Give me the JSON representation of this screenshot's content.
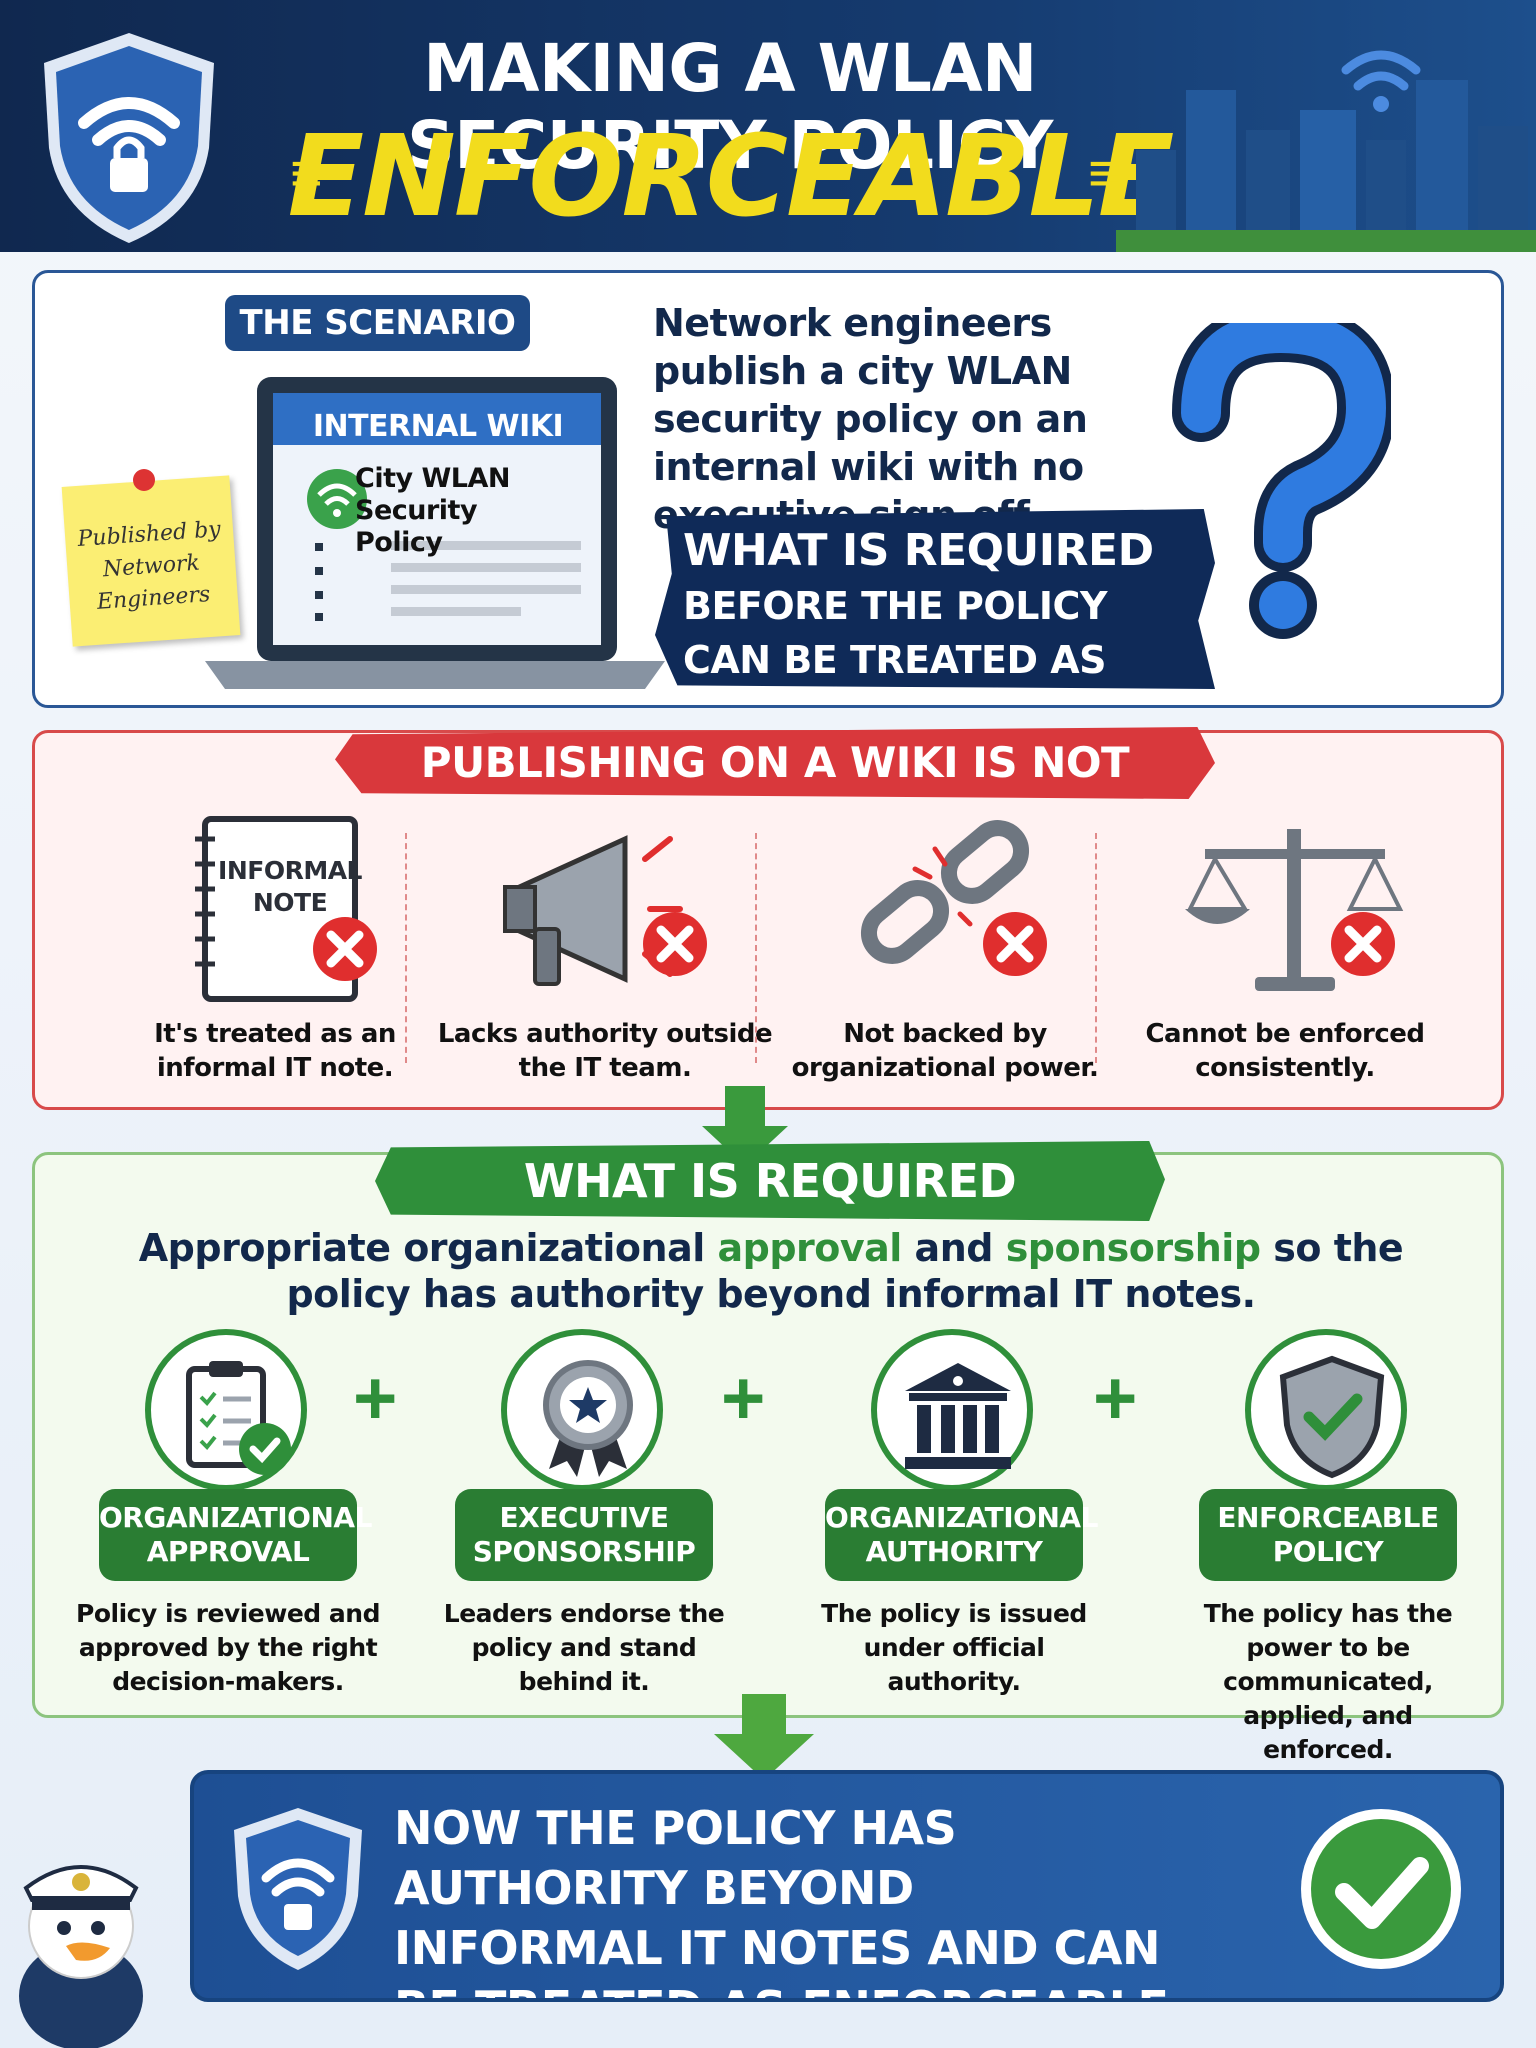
{
  "header": {
    "title_line1": "MAKING A WLAN SECURITY POLICY",
    "title_line2": "ENFORCEABLE"
  },
  "scenario": {
    "badge": "THE SCENARIO",
    "wiki_header": "INTERNAL WIKI",
    "wiki_doc_title": "City WLAN Security Policy",
    "sticky_note": "Published by Network Engineers",
    "description": "Network engineers publish a city WLAN security policy on an internal wiki with no executive sign-off.",
    "question_line1": "WHAT IS REQUIRED",
    "question_line2": "BEFORE THE POLICY CAN BE TREATED AS ENFORCEABLE?"
  },
  "not_enough": {
    "banner": "PUBLISHING ON A WIKI IS NOT ENOUGH",
    "note_label": "INFORMAL NOTE",
    "items": [
      {
        "caption": "It's treated as an informal IT note.",
        "icon": "notebook-icon"
      },
      {
        "caption": "Lacks authority outside the IT team.",
        "icon": "megaphone-icon"
      },
      {
        "caption": "Not backed by organizational power.",
        "icon": "broken-chain-icon"
      },
      {
        "caption": "Cannot be enforced consistently.",
        "icon": "scales-icon"
      }
    ]
  },
  "required": {
    "banner": "WHAT IS REQUIRED",
    "text_part1": "Appropriate organizational ",
    "text_hl1": "approval",
    "text_part2": " and ",
    "text_hl2": "sponsorship",
    "text_part3": " so the policy has authority beyond informal IT notes.",
    "items": [
      {
        "title": "ORGANIZATIONAL APPROVAL",
        "desc": "Policy is reviewed and approved by the right decision-makers.",
        "icon": "clipboard-check-icon"
      },
      {
        "title": "EXECUTIVE SPONSORSHIP",
        "desc": "Leaders endorse the policy and stand behind it.",
        "icon": "award-ribbon-icon"
      },
      {
        "title": "ORGANIZATIONAL AUTHORITY",
        "desc": "The policy is issued under official authority.",
        "icon": "institution-icon"
      },
      {
        "title": "ENFORCEABLE POLICY",
        "desc": "The policy has the power to be communicated, applied, and enforced.",
        "icon": "shield-check-icon"
      }
    ],
    "plus": "+"
  },
  "conclusion": {
    "text": "NOW THE POLICY HAS AUTHORITY BEYOND INFORMAL IT NOTES AND CAN BE TREATED AS ENFORCEABLE."
  },
  "colors": {
    "navy": "#10284f",
    "yellow": "#f2dc1d",
    "red": "#d9383c",
    "green": "#2f8f3a",
    "blue": "#1e4f94"
  }
}
